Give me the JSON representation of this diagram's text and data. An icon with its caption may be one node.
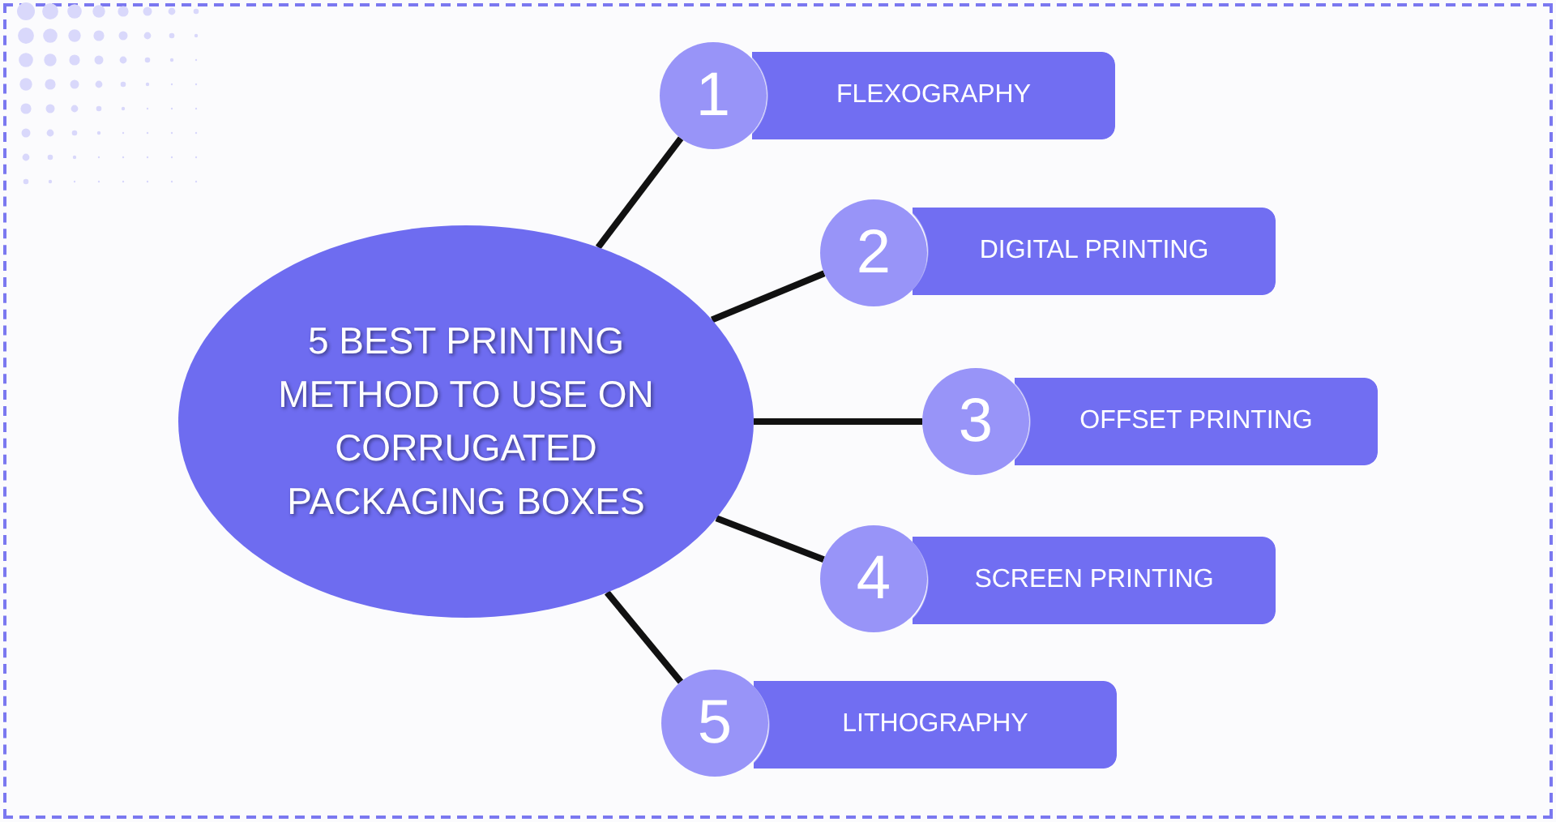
{
  "diagram": {
    "nodes": [
      {
        "text": [
          "5 BEST PRINTING METHOD TO USE ON CORRUGATED PACKAGING BOXES"
        ]
      },
      {
        "text": [
          "1"
        ]
      },
      {
        "text": [
          "FLEXOGRAPHY"
        ]
      },
      {
        "text": [
          "2"
        ]
      },
      {
        "text": [
          "DIGITAL PRINTING"
        ]
      },
      {
        "text": [
          "3"
        ]
      },
      {
        "text": [
          "OFFSET PRINTING"
        ]
      },
      {
        "text": [
          "4"
        ]
      },
      {
        "text": [
          "SCREEN PRINTING"
        ]
      },
      {
        "text": [
          "5"
        ]
      },
      {
        "text": [
          "LITHOGRAPHY"
        ]
      }
    ],
    "edges": [
      {
        "from": 0,
        "to": 1,
        "arrow": "none"
      },
      {
        "from": 0,
        "to": 3,
        "arrow": "none"
      },
      {
        "from": 0,
        "to": 5,
        "arrow": "none"
      },
      {
        "from": 0,
        "to": 7,
        "arrow": "none"
      },
      {
        "from": 0,
        "to": 9,
        "arrow": "none"
      }
    ]
  }
}
